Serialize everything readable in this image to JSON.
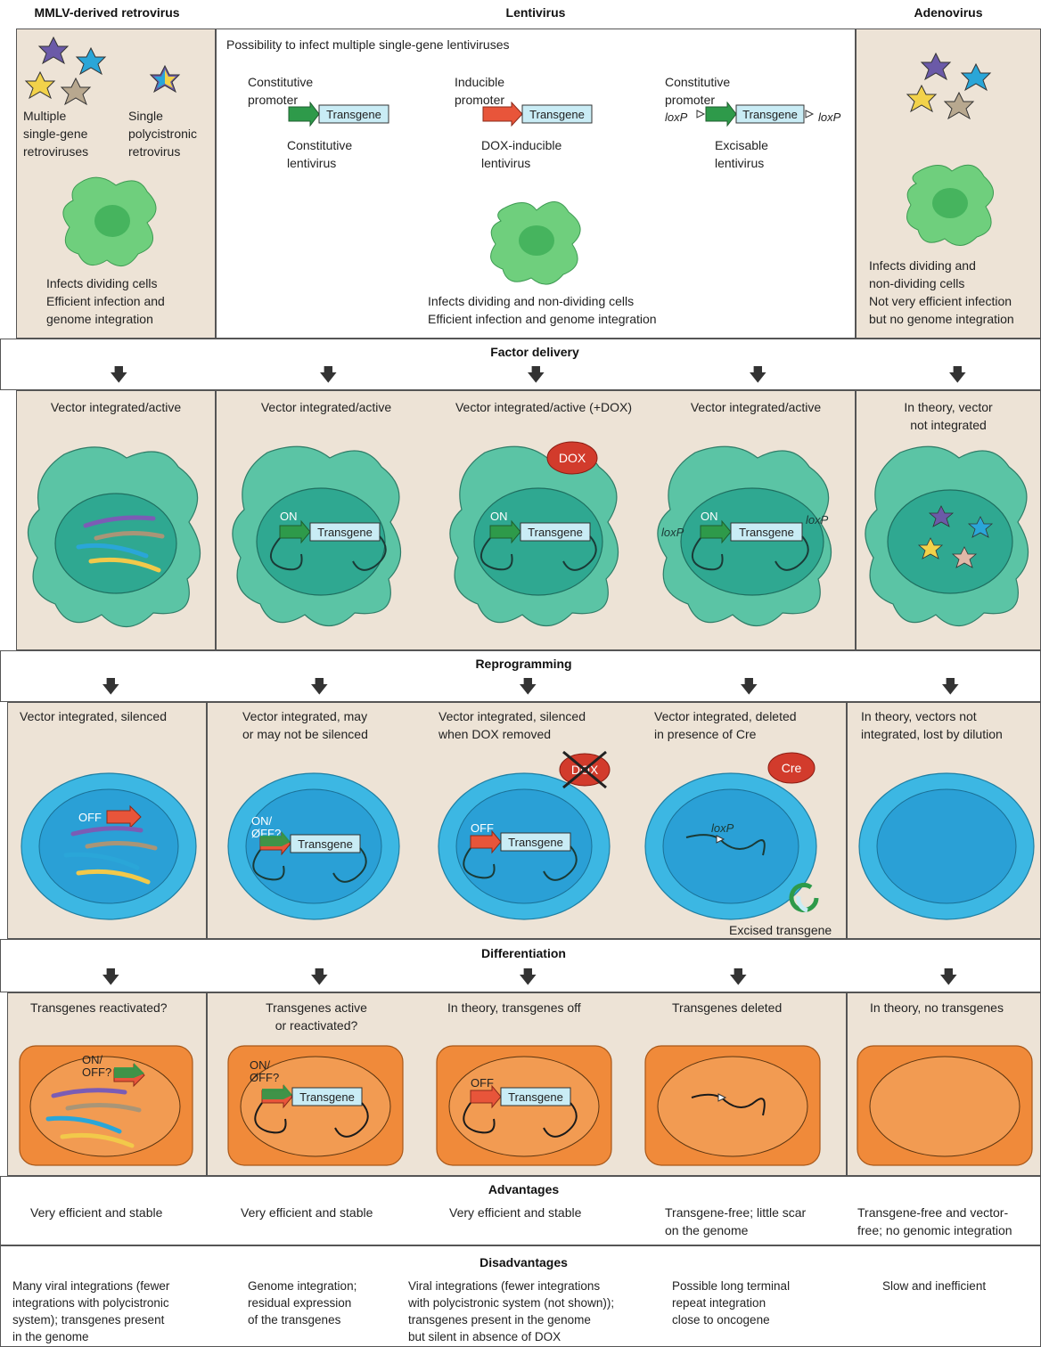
{
  "columns": {
    "mmlv": "MMLV-derived retrovirus",
    "lenti": "Lentivirus",
    "adeno": "Adenovirus"
  },
  "infection": {
    "mmlv_multiple": "Multiple\nsingle-gene\nretroviruses",
    "mmlv_single": "Single\npolycistronic\nretrovirus",
    "mmlv_desc": "Infects dividing cells\nEfficient infection and\ngenome integration",
    "lenti_header": "Possibility to infect multiple single-gene lentiviruses",
    "const_promoter": "Constitutive\npromoter",
    "const_name": "Constitutive\nlentivirus",
    "ind_promoter": "Inducible\npromoter",
    "ind_name": "DOX-inducible\nlentivirus",
    "exc_promoter": "Constitutive\npromoter",
    "exc_name": "Excisable\nlentivirus",
    "lenti_desc": "Infects dividing and non-dividing cells\nEfficient infection and genome integration",
    "adeno_desc": "Infects dividing and\nnon-dividing cells\nNot very efficient infection\nbut no genome integration"
  },
  "labels": {
    "transgene": "Transgene",
    "loxp": "loxP",
    "on": "ON",
    "off": "OFF",
    "onoff": "ON/\nOFF?",
    "dox": "DOX",
    "cre": "Cre",
    "excised": "Excised transgene"
  },
  "sections": {
    "factor_delivery": "Factor delivery",
    "reprogramming": "Reprogramming",
    "differentiation": "Differentiation",
    "advantages": "Advantages",
    "disadvantages": "Disadvantages"
  },
  "delivery": [
    "Vector integrated/active",
    "Vector integrated/active",
    "Vector integrated/active (+DOX)",
    "Vector integrated/active",
    "In theory, vector\nnot integrated"
  ],
  "reprog": [
    "Vector integrated, silenced",
    "Vector integrated, may\nor may not be silenced",
    "Vector integrated, silenced\nwhen DOX removed",
    "Vector integrated, deleted\nin presence of Cre",
    "In theory, vectors not\nintegrated, lost by dilution"
  ],
  "diff": [
    "Transgenes reactivated?",
    "Transgenes active\nor reactivated?",
    "In theory, transgenes off",
    "Transgenes deleted",
    "In theory, no transgenes"
  ],
  "advantages": [
    "Very efficient and stable",
    "Very efficient and stable",
    "Very efficient and stable",
    "Transgene-free; little scar\non the genome",
    "Transgene-free and vector-\nfree; no genomic integration"
  ],
  "disadvantages": [
    "Many viral integrations (fewer\nintegrations with polycistronic\nsystem); transgenes present\nin the genome",
    "Genome integration;\nresidual expression\nof the transgenes",
    "Viral integrations (fewer integrations\nwith polycistronic system (not shown));\ntransgenes present in the genome\nbut silent in absence of DOX",
    "Possible long terminal\nrepeat integration\nclose to oncogene",
    "Slow and inefficient"
  ],
  "colors": {
    "tan": "#ede3d6",
    "green_cell": "#5bc4a5",
    "teal_nucleus": "#2fa891",
    "blue_cell": "#3cb7e3",
    "orange_cell": "#f08a3a",
    "transgene_box": "#c9ecf5",
    "promoter_green": "#2e9a4a",
    "promoter_red": "#e8553a",
    "dox_red": "#d23b2c"
  }
}
